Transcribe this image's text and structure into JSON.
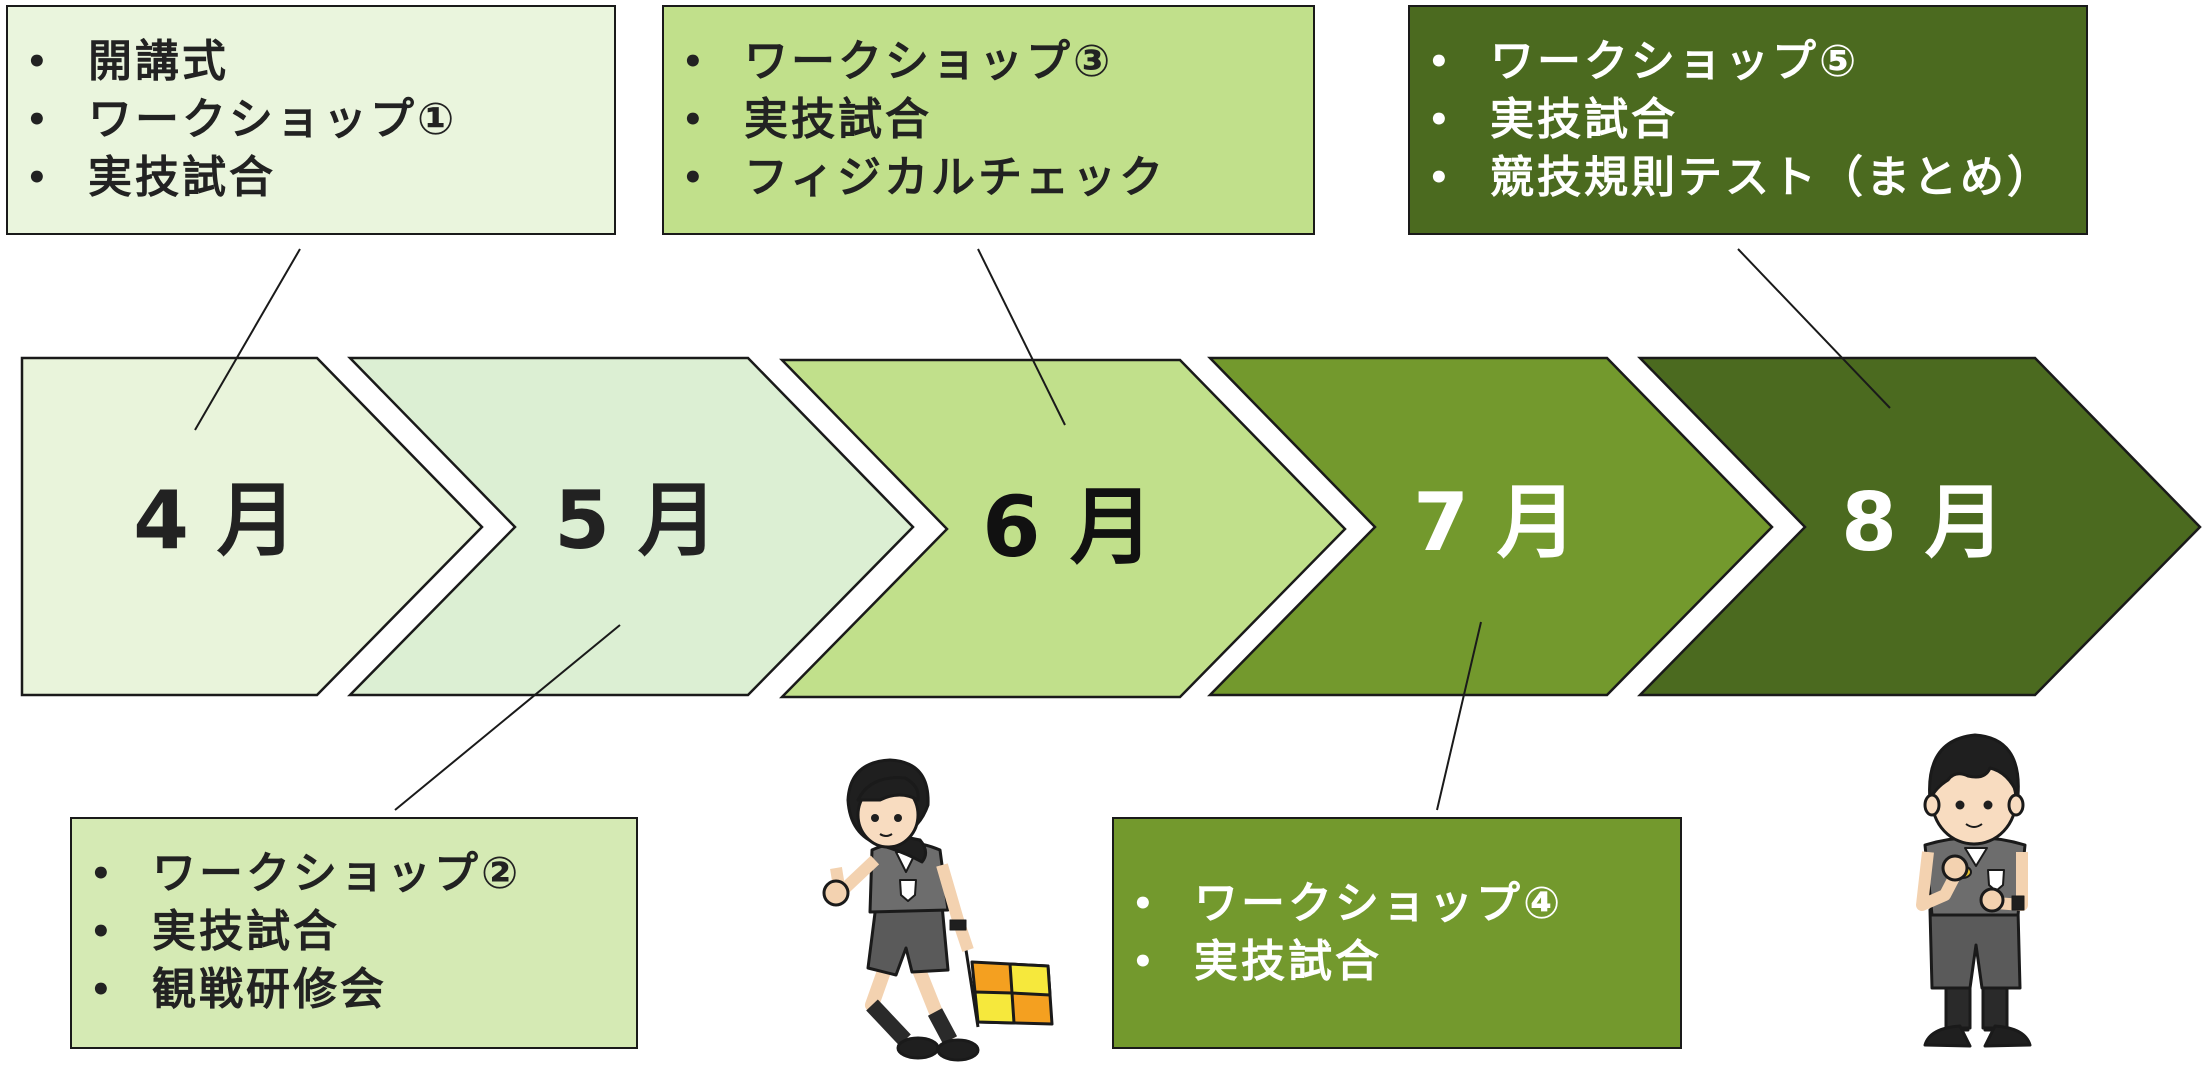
{
  "months": [
    {
      "label": "4 月",
      "fill": "#e9f4db",
      "text_color": "#222222"
    },
    {
      "label": "5 月",
      "fill": "#dcefd3",
      "text_color": "#222222"
    },
    {
      "label": "6 月",
      "fill": "#c1e08b",
      "text_color": "#111111"
    },
    {
      "label": "7 月",
      "fill": "#73992d",
      "text_color": "#ffffff"
    },
    {
      "label": "8 月",
      "fill": "#4b6a1f",
      "text_color": "#ffffff"
    }
  ],
  "boxes": {
    "april": {
      "fill": "#eaf5dd",
      "items": [
        "開講式",
        "ワークショップ①",
        "実技試合"
      ]
    },
    "may": {
      "fill": "#d5eab4",
      "items": [
        "ワークショップ②",
        "実技試合",
        "観戦研修会"
      ]
    },
    "june": {
      "fill": "#c1e08b",
      "items": [
        "ワークショップ③",
        "実技試合",
        "フィジカルチェック"
      ]
    },
    "july": {
      "fill": "#73992d",
      "items": [
        "ワークショップ④",
        "実技試合"
      ]
    },
    "august": {
      "fill": "#4b6a1f",
      "items": [
        "ワークショップ⑤",
        "実技試合",
        "競技規則テスト（まとめ）"
      ]
    }
  },
  "illustrations": {
    "assistant_referee": {
      "icon": "assistant-referee-with-flag-icon"
    },
    "referee": {
      "icon": "referee-with-watch-icon"
    }
  }
}
